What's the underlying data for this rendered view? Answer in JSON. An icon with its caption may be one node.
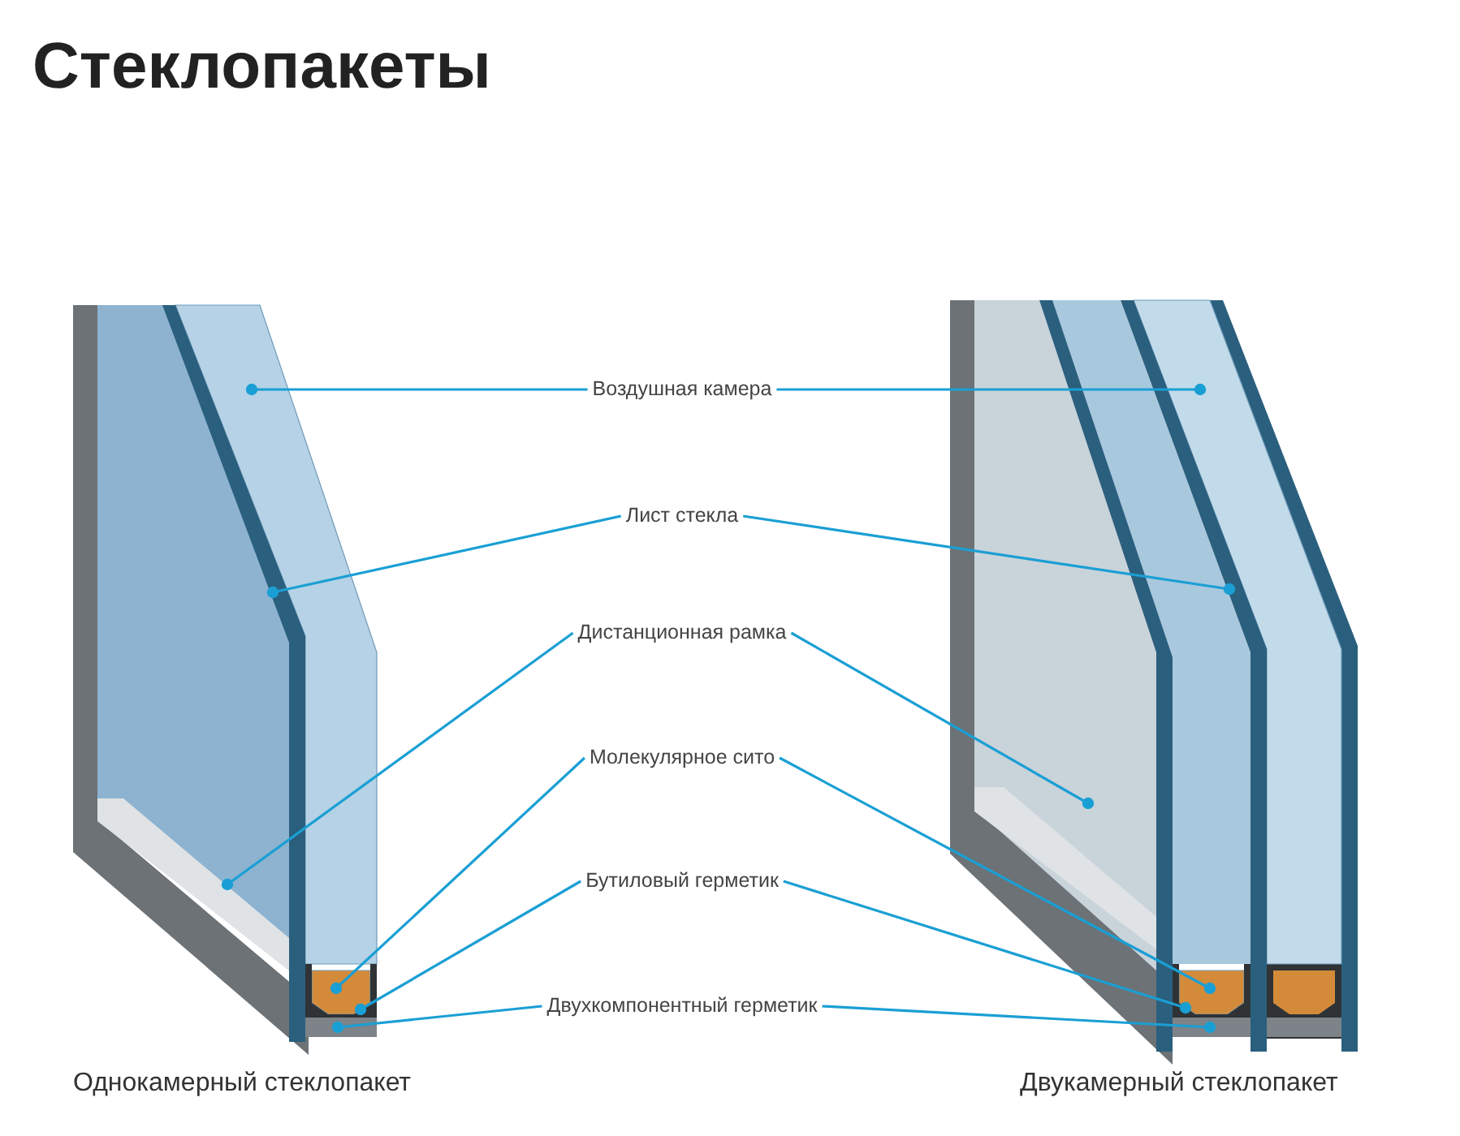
{
  "diagram": {
    "title": "Стеклопакеты",
    "nodes": [
      {
        "text": [
          "Воздушная камера"
        ]
      },
      {
        "text": [
          "Лист стекла"
        ]
      },
      {
        "text": [
          "Дистанционная рамка"
        ]
      },
      {
        "text": [
          "Молекулярное сито"
        ]
      },
      {
        "text": [
          "Бутиловый герметик"
        ]
      },
      {
        "text": [
          "Двухкомпонентный герметик"
        ]
      },
      {
        "text": [],
        "shape": "box"
      },
      {
        "text": [],
        "shape": "bar"
      },
      {
        "text": [],
        "shape": "bar"
      },
      {
        "text": [],
        "shape": "box"
      },
      {
        "text": [],
        "shape": "bar"
      },
      {
        "text": [],
        "shape": "bar"
      },
      {
        "text": [],
        "shape": "box"
      },
      {
        "text": [],
        "shape": "bar"
      },
      {
        "text": [],
        "shape": "bar"
      },
      {
        "text": [],
        "shape": "box"
      },
      {
        "text": [],
        "shape": "bar"
      },
      {
        "text": [],
        "shape": "bar"
      }
    ],
    "edges": [
      {
        "from": 0,
        "to": 6,
        "arrow": "other"
      },
      {
        "from": 0,
        "to": 12,
        "arrow": "other"
      },
      {
        "from": 1,
        "to": 7,
        "arrow": "other"
      },
      {
        "from": 1,
        "to": 13,
        "arrow": "other"
      },
      {
        "from": 2,
        "to": 8,
        "arrow": "other"
      },
      {
        "from": 2,
        "to": 14,
        "arrow": "other"
      },
      {
        "from": 3,
        "to": 9,
        "arrow": "other"
      },
      {
        "from": 3,
        "to": 15,
        "arrow": "other"
      },
      {
        "from": 4,
        "to": 10,
        "arrow": "other"
      },
      {
        "from": 4,
        "to": 16,
        "arrow": "other"
      },
      {
        "from": 5,
        "to": 11,
        "arrow": "other"
      },
      {
        "from": 5,
        "to": 17,
        "arrow": "other"
      }
    ],
    "labels": [
      "Однокамерный стеклопакет",
      "Двукамерный стеклопакет"
    ]
  }
}
